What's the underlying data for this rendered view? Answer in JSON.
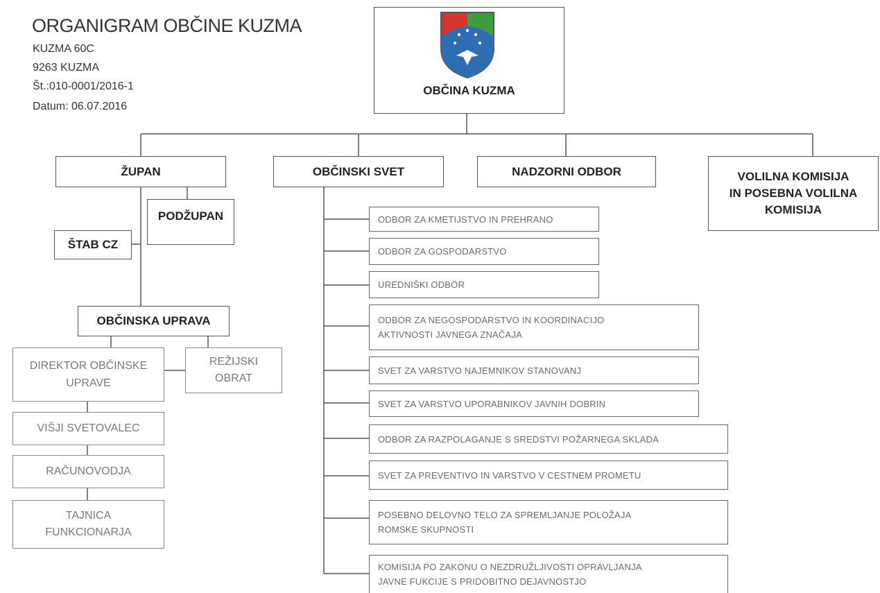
{
  "header": {
    "title": "ORGANIGRAM OBČINE KUZMA",
    "address1": "KUZMA 60C",
    "address2": "9263 KUZMA",
    "number": "Št.:010-0001/2016-1",
    "date": "Datum: 06.07.2016"
  },
  "top": {
    "label": "OBČINA KUZMA",
    "crest_icon": "municipal-coat-of-arms-icon"
  },
  "level1": {
    "zupan": "ŽUPAN",
    "svet": "OBČINSKI SVET",
    "nadzorni": "NADZORNI ODBOR",
    "volilna": "VOLILNA KOMISIJA\nIN POSEBNA VOLILNA\nKOMISIJA"
  },
  "zupan_branch": {
    "podzupan": "PODŽUPAN",
    "stab": "ŠTAB CZ",
    "uprava": "OBČINSKA UPRAVA",
    "direktor": "DIREKTOR OBČINSKE\nUPRAVE",
    "rezijski": "REŽIJSKI\nOBRAT",
    "visji": "VIŠJI SVETOVALEC",
    "racunovodja": "RAČUNOVODJA",
    "tajnica": "TAJNICA\nFUNKCIONARJA"
  },
  "committees": [
    "ODBOR ZA KMETIJSTVO IN PREHRANO",
    "ODBOR ZA GOSPODARSTVO",
    "UREDNIŠKI ODBOR",
    "ODBOR ZA NEGOSPODARSTVO IN KOORDINACIJO\nAKTIVNOSTI JAVNEGA ZNAČAJA",
    "SVET ZA VARSTVO NAJEMNIKOV STANOVANJ",
    "SVET ZA VARSTVO UPORABNIKOV JAVNIH DOBRIN",
    "ODBOR ZA RAZPOLAGANJE S SREDSTVI POŽARNEGA SKLADA",
    "SVET ZA PREVENTIVO IN VARSTVO V CESTNEM PROMETU",
    "POSEBNO DELOVNO TELO ZA SPREMLJANJE POLOŽAJA\nROMSKE SKUPNOSTI",
    "KOMISIJA PO ZAKONU O NEZDRUŽLJIVOSTI OPRAVLJANJA\nJAVNE FUKCIJE S PRIDOBITNO DEJAVNOSTJO"
  ],
  "colors": {
    "crest_red": "#d9342b",
    "crest_green": "#3f9e3a",
    "crest_blue": "#2f6db3",
    "line": "#555555"
  }
}
